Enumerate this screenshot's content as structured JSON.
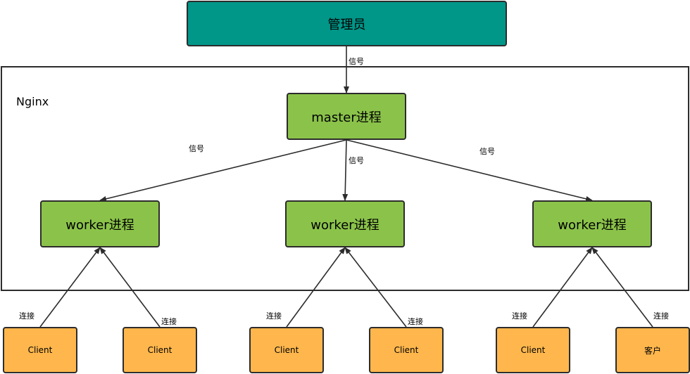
{
  "title": "Nginx",
  "admin": {
    "label": "管理员"
  },
  "master": {
    "label": "master进程"
  },
  "workers": [
    {
      "label": "worker进程"
    },
    {
      "label": "worker进程"
    },
    {
      "label": "worker进程"
    }
  ],
  "clients": [
    {
      "label": "Client"
    },
    {
      "label": "Client"
    },
    {
      "label": "Client"
    },
    {
      "label": "Client"
    },
    {
      "label": "Client"
    },
    {
      "label": "客户"
    }
  ],
  "signal_labels": {
    "admin_to_master": "信号",
    "to_worker_left": "信号",
    "to_worker_middle": "信号",
    "to_worker_right": "信号"
  },
  "connect_labels": [
    "连接",
    "连接",
    "连接",
    "连接",
    "连接",
    "连接"
  ],
  "colors": {
    "admin": "#009688",
    "process": "#8bc34a",
    "client": "#ffb74d",
    "stroke": "#2c2c2c"
  }
}
